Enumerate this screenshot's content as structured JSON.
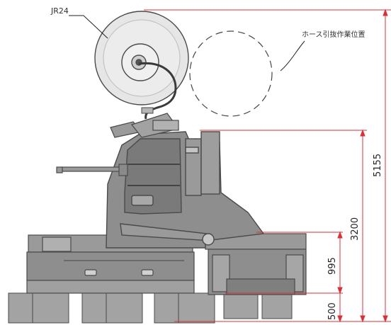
{
  "labels": {
    "reel_model": "JR24",
    "hose_position": "ホース引抜作業位置"
  },
  "dimensions": {
    "total_height": "5155",
    "body_height": "3200",
    "frame_height": "995",
    "base_height": "500"
  },
  "colors": {
    "dimension_line": "#d9303a",
    "machine_body": "#8e8e8e",
    "machine_dark": "#4a4a4a",
    "reel_fill": "#e6e6e6"
  }
}
